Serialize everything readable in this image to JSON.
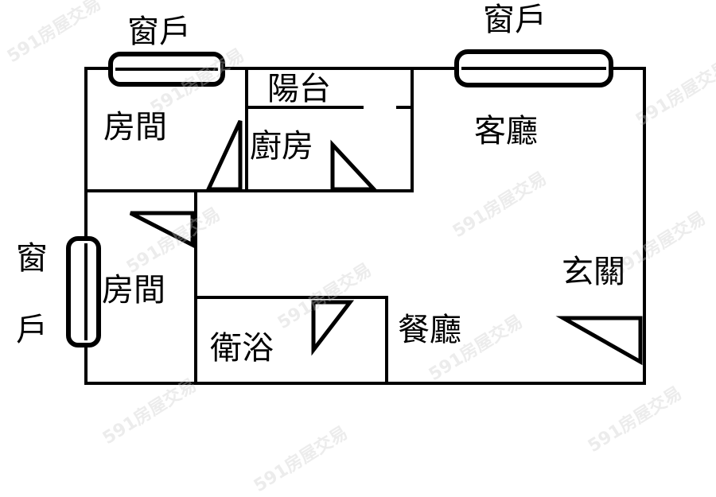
{
  "floor_plan": {
    "rooms": [
      {
        "id": "bedroom-1",
        "label": "房間"
      },
      {
        "id": "balcony",
        "label": "陽台"
      },
      {
        "id": "kitchen",
        "label": "廚房"
      },
      {
        "id": "living-room",
        "label": "客廳"
      },
      {
        "id": "bedroom-2",
        "label": "房間"
      },
      {
        "id": "bathroom",
        "label": "衛浴"
      },
      {
        "id": "dining-room",
        "label": "餐廳"
      },
      {
        "id": "entrance",
        "label": "玄關"
      }
    ],
    "windows": [
      {
        "id": "window-top-left",
        "label": "窗戶"
      },
      {
        "id": "window-top-right",
        "label": "窗戶"
      },
      {
        "id": "window-left",
        "label_top": "窗",
        "label_bottom": "戶"
      }
    ],
    "watermark": "591房屋交易",
    "colors": {
      "wall": "#000000",
      "background": "#ffffff",
      "watermark": "#c8c8c8"
    }
  }
}
